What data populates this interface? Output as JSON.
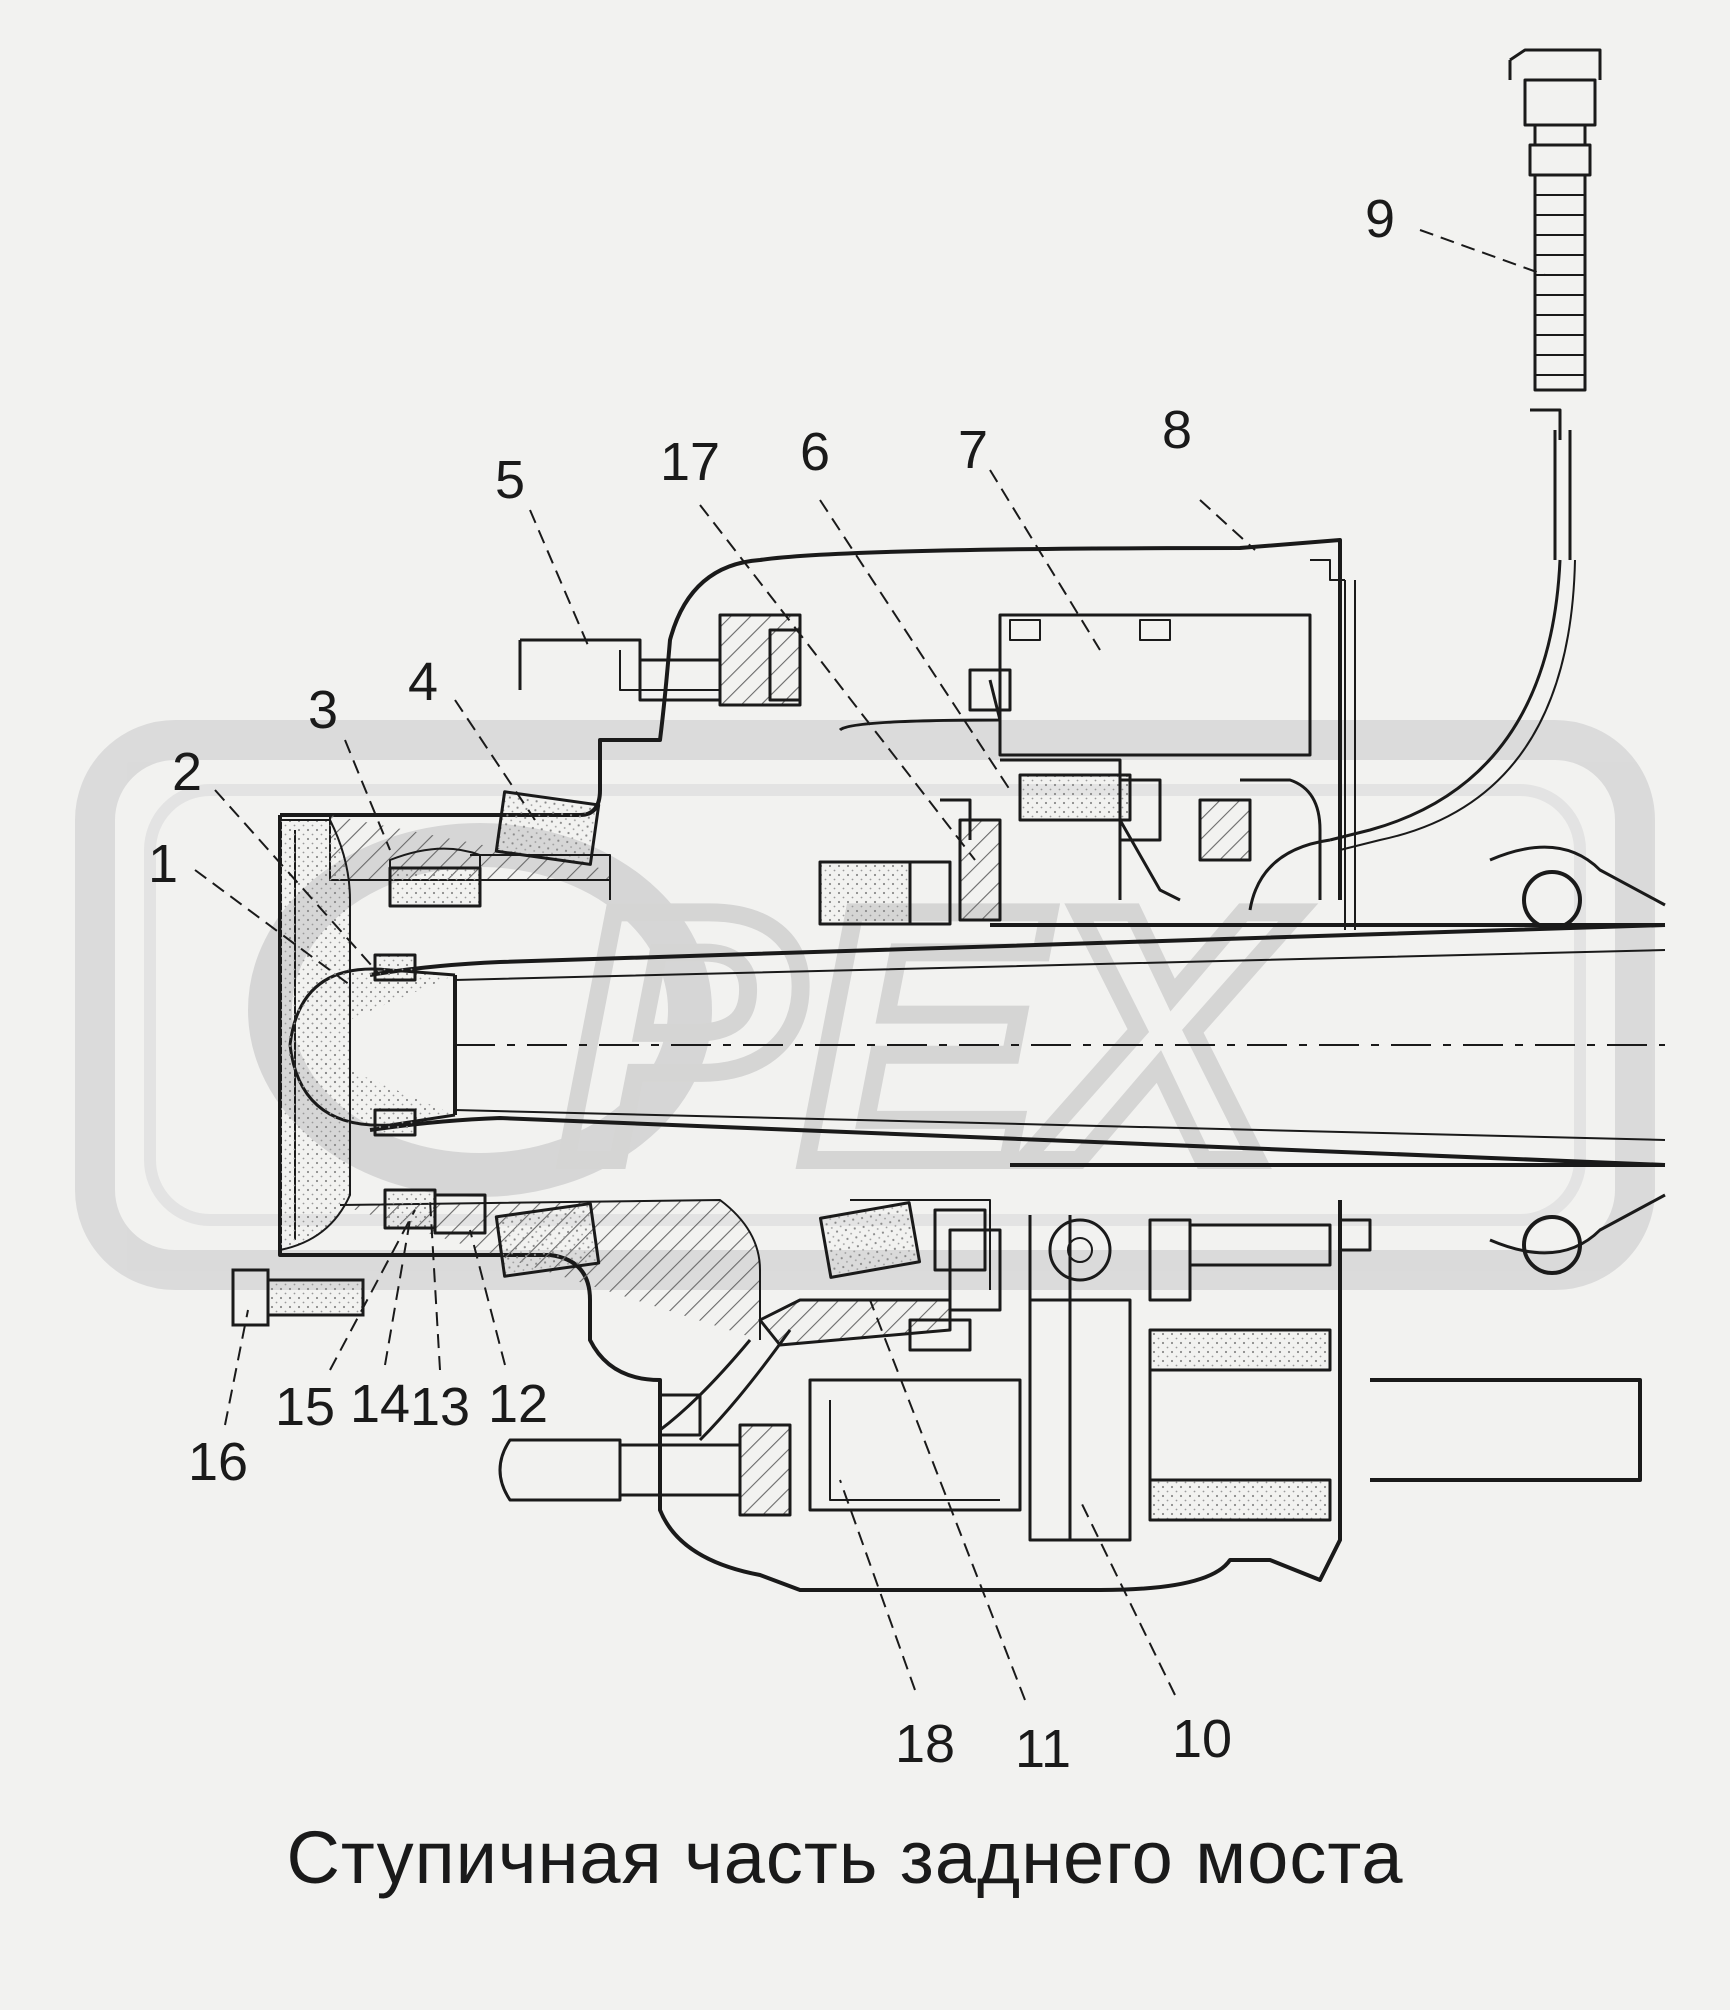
{
  "title": "Ступичная часть заднего моста",
  "watermark": "PEX",
  "callouts": [
    {
      "id": "1",
      "label": "1"
    },
    {
      "id": "2",
      "label": "2"
    },
    {
      "id": "3",
      "label": "3"
    },
    {
      "id": "4",
      "label": "4"
    },
    {
      "id": "5",
      "label": "5"
    },
    {
      "id": "6",
      "label": "6"
    },
    {
      "id": "7",
      "label": "7"
    },
    {
      "id": "8",
      "label": "8"
    },
    {
      "id": "9",
      "label": "9"
    },
    {
      "id": "10",
      "label": "10"
    },
    {
      "id": "11",
      "label": "11"
    },
    {
      "id": "12",
      "label": "12"
    },
    {
      "id": "13",
      "label": "13"
    },
    {
      "id": "14",
      "label": "14"
    },
    {
      "id": "15",
      "label": "15"
    },
    {
      "id": "16",
      "label": "16"
    },
    {
      "id": "17",
      "label": "17"
    },
    {
      "id": "18",
      "label": "18"
    }
  ],
  "colors": {
    "background": "#f2f2f0",
    "line": "#1a1a1a",
    "hatch": "#555555",
    "watermark": "#d6d6d6"
  }
}
